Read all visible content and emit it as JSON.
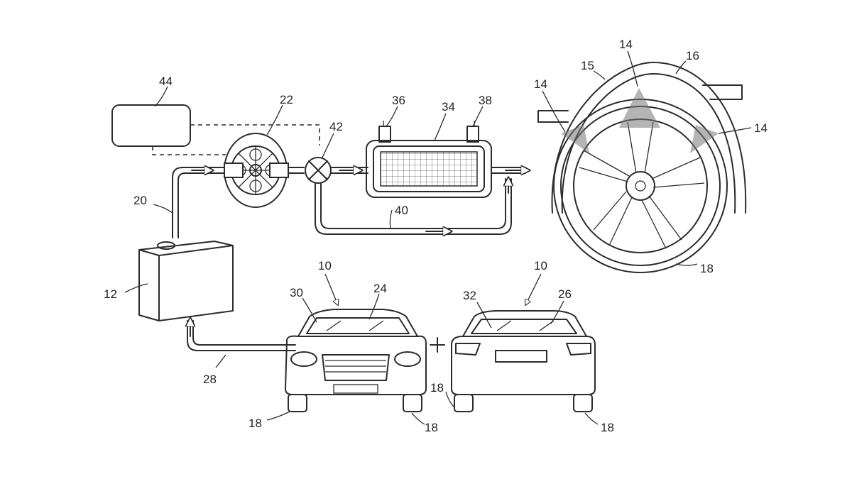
{
  "labels": {
    "l44": "44",
    "l22": "22",
    "l42": "42",
    "l36": "36",
    "l34": "34",
    "l38": "38",
    "l15": "15",
    "l14_top": "14",
    "l16": "16",
    "l14_left": "14",
    "l14_right": "14",
    "l20": "20",
    "l40": "40",
    "l12": "12",
    "l10_left": "10",
    "l10_right": "10",
    "l30": "30",
    "l24": "24",
    "l32": "32",
    "l26": "26",
    "l18_wheel": "18",
    "l28": "28",
    "l18_fl": "18",
    "l18_fr": "18",
    "l18_rl": "18",
    "l18_rr": "18"
  },
  "colors": {
    "line": "#2b2b2b",
    "background": "#ffffff"
  }
}
